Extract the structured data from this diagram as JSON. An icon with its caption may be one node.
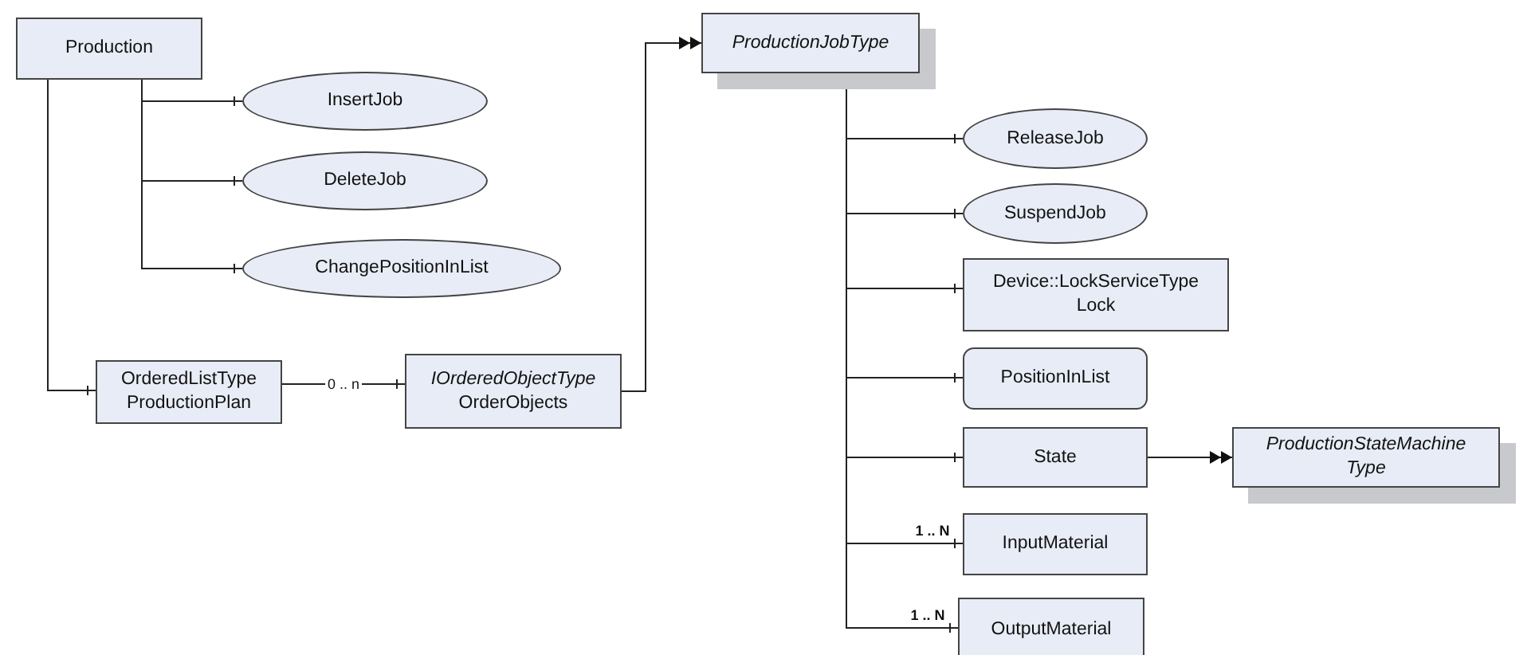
{
  "diagram": {
    "nodes": [
      {
        "text": [
          "Production"
        ]
      },
      {
        "text": [
          "InsertJob"
        ]
      },
      {
        "text": [
          "DeleteJob"
        ]
      },
      {
        "text": [
          "ChangePositionInList"
        ]
      },
      {
        "text": [
          "OrderedListType",
          "ProductionPlan"
        ]
      },
      {
        "text": [
          "IOrderedObjectType",
          "OrderObjects"
        ]
      },
      {
        "text": [
          "ProductionJobType"
        ]
      },
      {
        "text": [
          "ReleaseJob"
        ]
      },
      {
        "text": [
          "SuspendJob"
        ]
      },
      {
        "text": [
          "Device::LockServiceType",
          "Lock"
        ]
      },
      {
        "text": [
          "PositionInList"
        ]
      },
      {
        "text": [
          "State"
        ]
      },
      {
        "text": [
          "ProductionStateMachine Type"
        ]
      },
      {
        "text": [
          "InputMaterial"
        ]
      },
      {
        "text": [
          "OutputMaterial"
        ]
      }
    ],
    "edges": [
      {
        "from": 0,
        "to": 1,
        "arrow": "other"
      },
      {
        "from": 0,
        "to": 2,
        "arrow": "other"
      },
      {
        "from": 0,
        "to": 3,
        "arrow": "other"
      },
      {
        "from": 0,
        "to": 4,
        "arrow": "other"
      },
      {
        "from": 4,
        "to": 5,
        "arrow": "other",
        "label": "0 .. n"
      },
      {
        "from": 5,
        "to": 6,
        "arrow": "to"
      },
      {
        "from": 6,
        "to": 7,
        "arrow": "other"
      },
      {
        "from": 6,
        "to": 8,
        "arrow": "other"
      },
      {
        "from": 6,
        "to": 9,
        "arrow": "other"
      },
      {
        "from": 6,
        "to": 10,
        "arrow": "other"
      },
      {
        "from": 6,
        "to": 11,
        "arrow": "other"
      },
      {
        "from": 6,
        "to": 13,
        "arrow": "other",
        "label": "1 .. N"
      },
      {
        "from": 6,
        "to": 14,
        "arrow": "other",
        "label": "1 .. N"
      },
      {
        "from": 11,
        "to": 12,
        "arrow": "to"
      }
    ]
  }
}
